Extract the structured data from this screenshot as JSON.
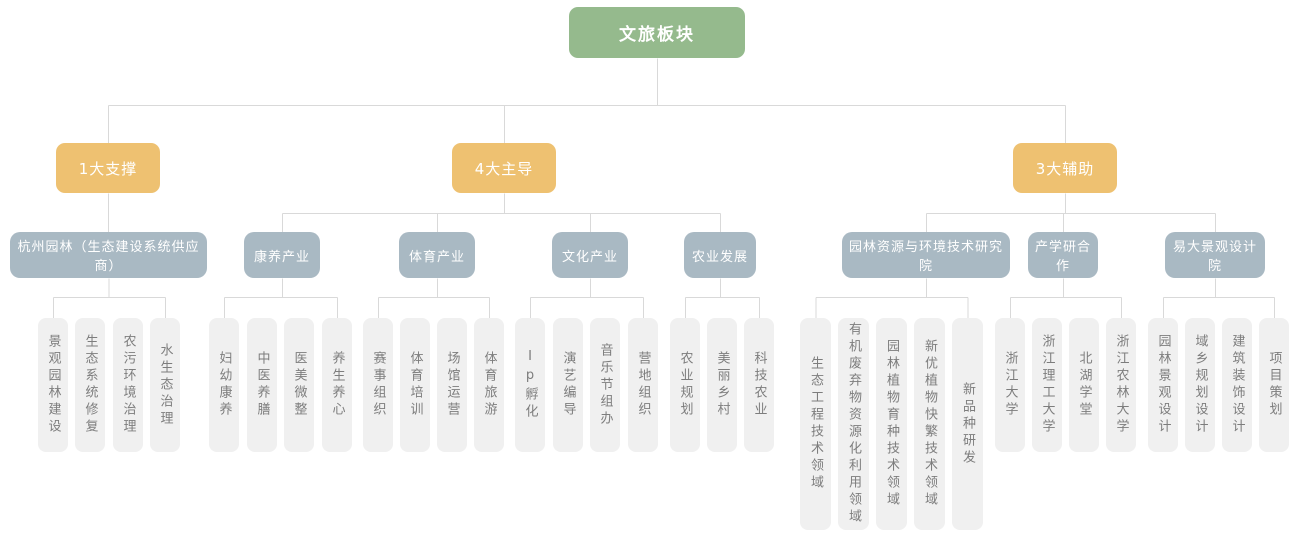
{
  "root": {
    "label": "文旅板块"
  },
  "branches": [
    {
      "label": "1大支撑",
      "groups": [
        {
          "label": "杭州园林（生态建设系统供应商）",
          "children": [
            "景观园林建设",
            "生态系统修复",
            "农污环境治理",
            "水生态治理"
          ]
        }
      ]
    },
    {
      "label": "4大主导",
      "groups": [
        {
          "label": "康养产业",
          "children": [
            "妇幼康养",
            "中医养膳",
            "医美微整",
            "养生养心"
          ]
        },
        {
          "label": "体育产业",
          "children": [
            "赛事组织",
            "体育培训",
            "场馆运营",
            "体育旅游"
          ]
        },
        {
          "label": "文化产业",
          "children": [
            "Ip孵化",
            "演艺编导",
            "音乐节组办",
            "营地组织"
          ]
        },
        {
          "label": "农业发展",
          "children": [
            "农业规划",
            "美丽乡村",
            "科技农业"
          ]
        }
      ]
    },
    {
      "label": "3大辅助",
      "groups": [
        {
          "label": "园林资源与环境技术研究院",
          "children": [
            "生态工程技术领域",
            "有机废弃物资源化利用领域",
            "园林植物育种技术领域",
            "新优植物快繁技术领域",
            "新品种研发"
          ]
        },
        {
          "label": "产学研合作",
          "children": [
            "浙江大学",
            "浙江理工大学",
            "北湖学堂",
            "浙江农林大学"
          ]
        },
        {
          "label": "易大景观设计院",
          "children": [
            "园林景观设计",
            "域乡规划设计",
            "建筑装饰设计",
            "项目策划"
          ]
        }
      ]
    }
  ],
  "colors": {
    "root_node": "#95ba8d",
    "branch_node": "#eec171",
    "group_node": "#a9b9c3",
    "leaf_node": "#f0f0f0",
    "leaf_text": "#7d7d7d",
    "node_text": "#ffffff",
    "line": "#d9d9d9",
    "background": "#ffffff"
  }
}
